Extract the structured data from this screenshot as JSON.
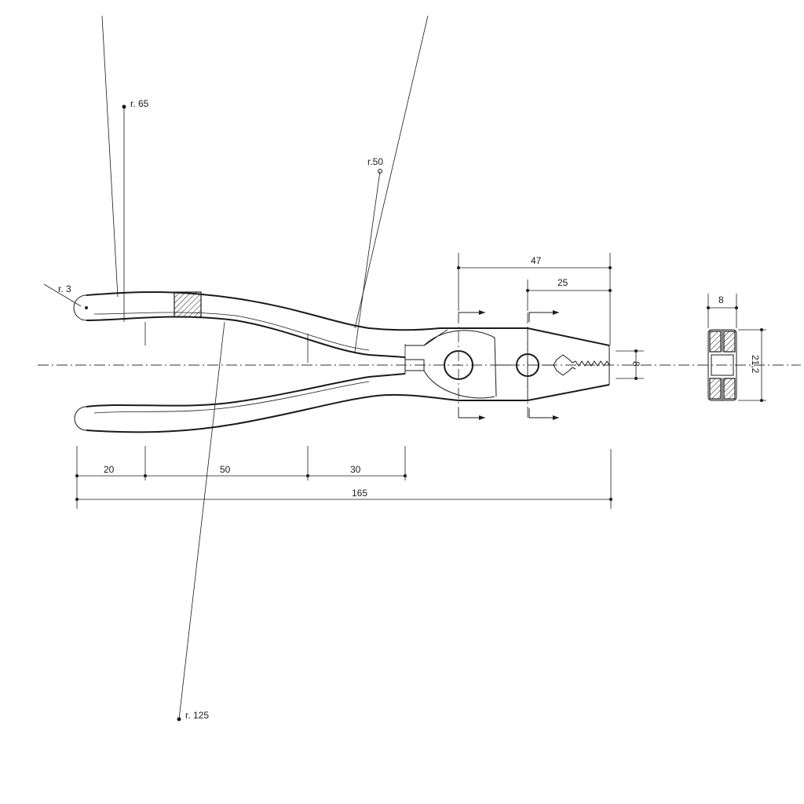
{
  "radius_labels": {
    "r3": "r. 3",
    "r65": "r. 65",
    "r50": "r.50",
    "r125": "r. 125"
  },
  "dimensions": {
    "d20": "20",
    "d50": "50",
    "d30": "30",
    "d165": "165",
    "d47": "47",
    "d25": "25",
    "d8_jaw": "8",
    "d8_section": "8",
    "d21_2": "21,2"
  },
  "colors": {
    "ink": "#1a1a1a",
    "paper": "#ffffff"
  }
}
